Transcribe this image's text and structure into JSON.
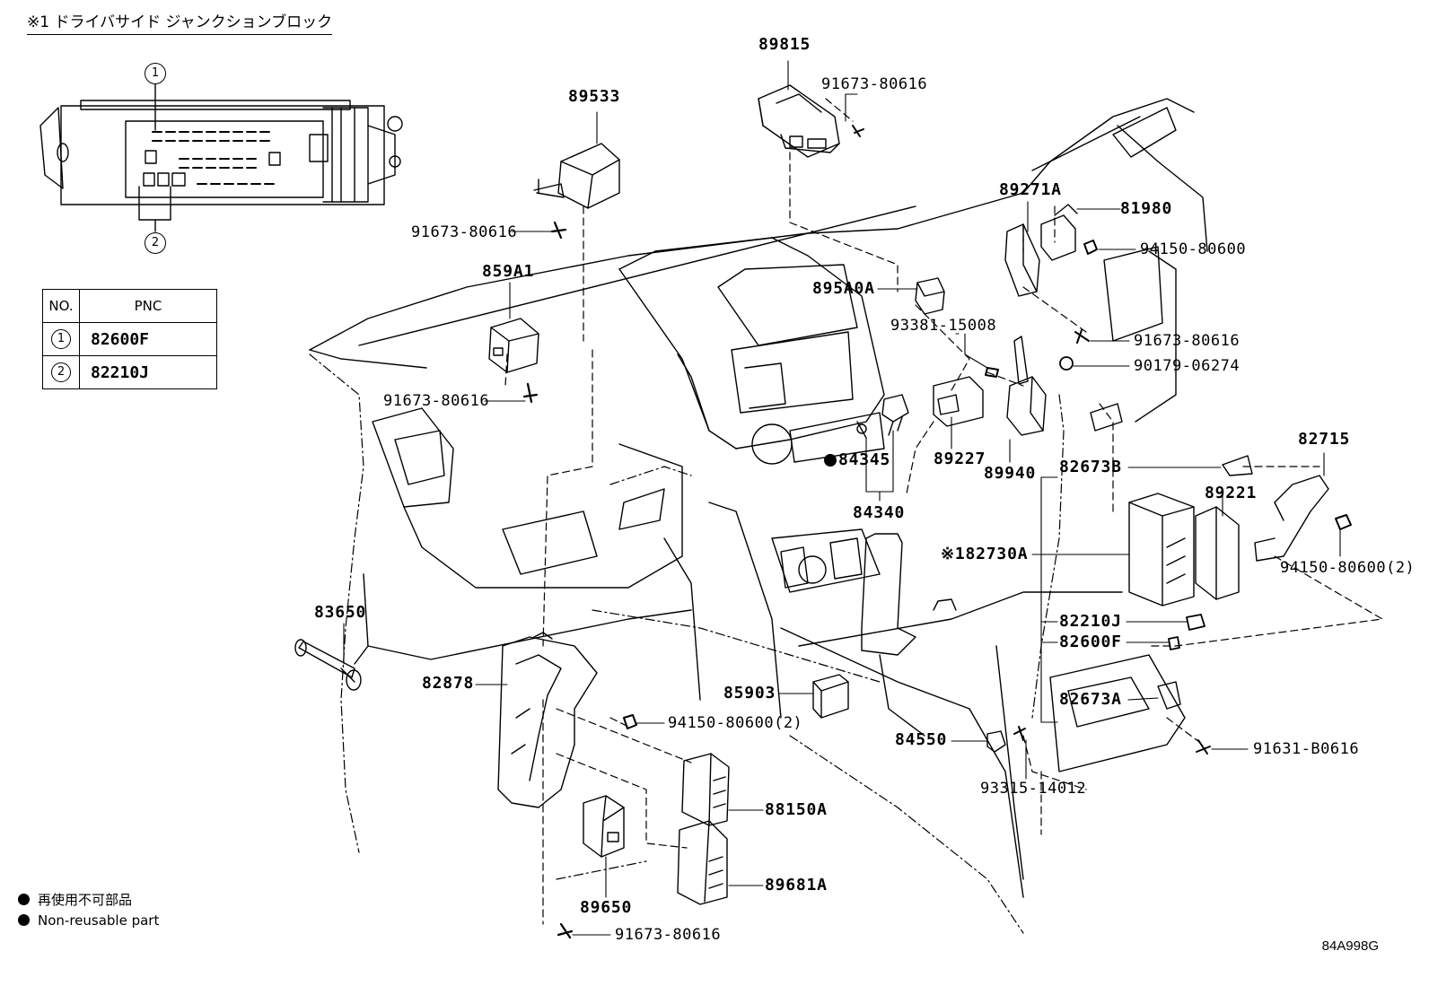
{
  "header": {
    "title": "※1 ドライバサイド ジャンクションブロック"
  },
  "inset": {
    "callout_1": "1",
    "callout_2": "2"
  },
  "pnc_table": {
    "col_no": "NO.",
    "col_pnc": "PNC",
    "rows": [
      {
        "no": "1",
        "pnc": "82600F"
      },
      {
        "no": "2",
        "pnc": "82210J"
      }
    ]
  },
  "parts": {
    "p89815": "89815",
    "p91673_top": "91673-80616",
    "p89533": "89533",
    "p91673_a": "91673-80616",
    "p859A1": "859A1",
    "p91673_b": "91673-80616",
    "p895A0A": "895A0A",
    "p93381": "93381-15008",
    "p89271A": "89271A",
    "p81980": "81980",
    "p94150_a": "94150-80600",
    "p91673_c": "91673-80616",
    "p90179": "90179-06274",
    "p89227": "89227",
    "p89940": "89940",
    "p84345": "84345",
    "p84340": "84340",
    "p82673B": "82673B",
    "p89221": "89221",
    "p82715": "82715",
    "p82730A": "※182730A",
    "p94150_b": "94150-80600(2)",
    "p82210J": "82210J",
    "p82600F": "82600F",
    "p82673A": "82673A",
    "p91631": "91631-B0616",
    "p83650": "83650",
    "p82878": "82878",
    "p85903": "85903",
    "p94150_c": "94150-80600(2)",
    "p84550": "84550",
    "p93315": "93315-14012",
    "p88150A": "88150A",
    "p89681A": "89681A",
    "p89650": "89650",
    "p91673_d": "91673-80616"
  },
  "legend": {
    "jp": "再使用不可部品",
    "en": "Non-reusable part"
  },
  "diagram_code": "84A998G"
}
